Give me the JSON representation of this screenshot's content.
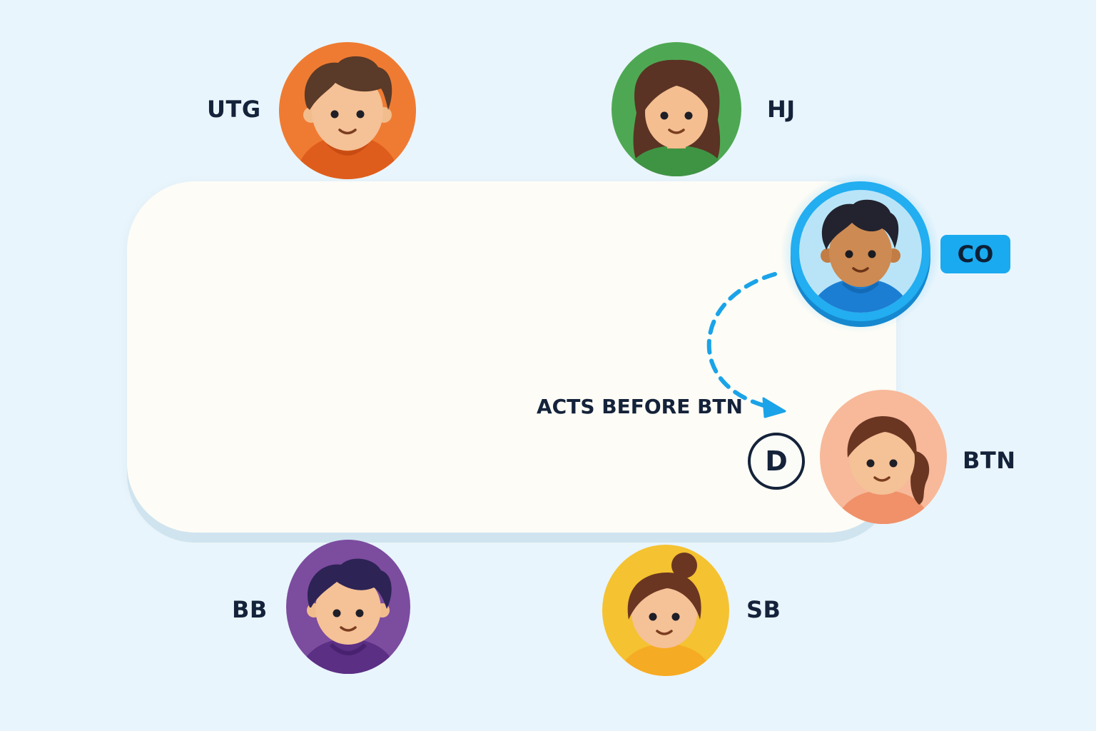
{
  "seats": [
    {
      "id": "utg",
      "label": "UTG",
      "color": "#ef7b32",
      "highlighted": false
    },
    {
      "id": "hj",
      "label": "HJ",
      "color": "#4ea853",
      "highlighted": false
    },
    {
      "id": "co",
      "label": "CO",
      "color": "#b9e4f8",
      "highlighted": true
    },
    {
      "id": "btn",
      "label": "BTN",
      "color": "#f7b99a",
      "highlighted": false
    },
    {
      "id": "sb",
      "label": "SB",
      "color": "#f5c231",
      "highlighted": false
    },
    {
      "id": "bb",
      "label": "BB",
      "color": "#7c4c9f",
      "highlighted": false
    }
  ],
  "annotation": {
    "text": "ACTS BEFORE BTN",
    "accent": "#1aa3e8"
  },
  "dealer_button": {
    "text": "D"
  }
}
